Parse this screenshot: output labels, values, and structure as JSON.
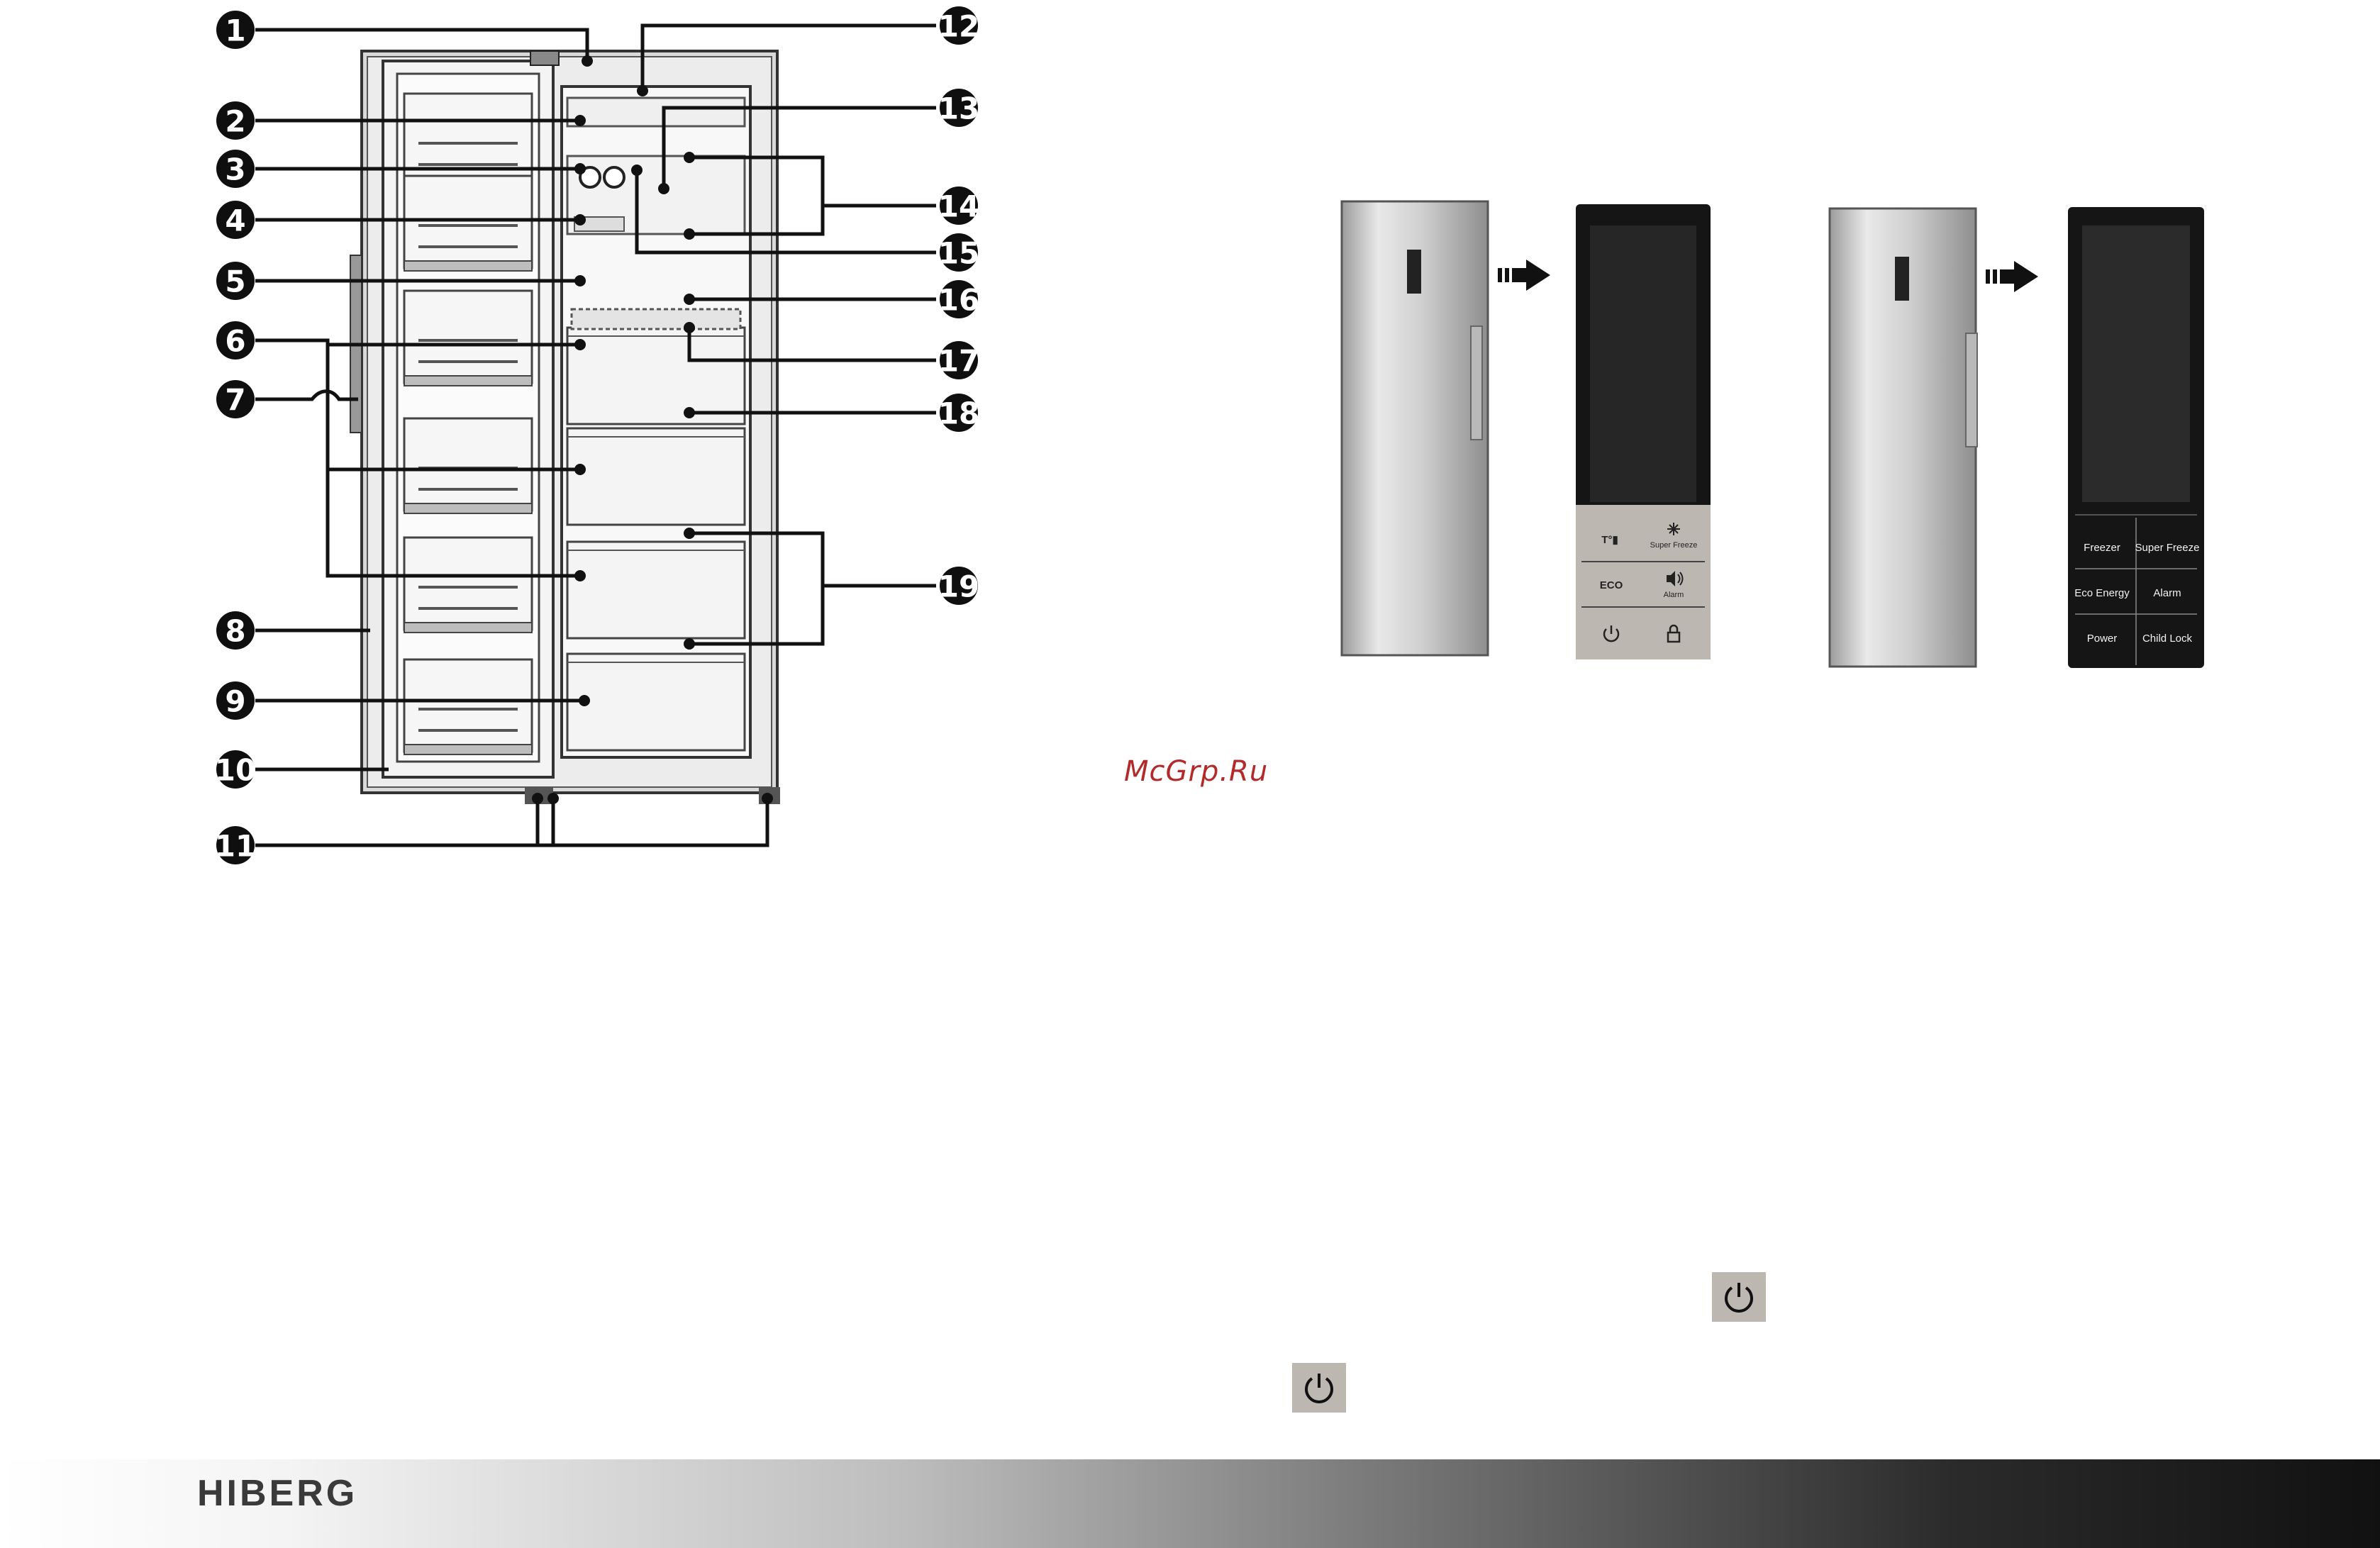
{
  "callouts": [
    "1",
    "2",
    "3",
    "4",
    "5",
    "6",
    "7",
    "8",
    "9",
    "10",
    "11",
    "12",
    "13",
    "14",
    "15",
    "16",
    "17",
    "18",
    "19"
  ],
  "watermark": "McGrp.Ru",
  "panel_a": {
    "labels": {
      "temp": "T°▮",
      "super_freeze": "Super Freeze",
      "eco": "ECO",
      "alarm": "Alarm"
    },
    "icons": [
      "snowflake-icon",
      "sound-icon",
      "power-icon",
      "lock-icon"
    ],
    "colors": {
      "panel": "#bdb7b2",
      "screen": "#262626"
    }
  },
  "panel_b": {
    "buttons": [
      "Freezer",
      "Super Freeze",
      "Eco Energy",
      "Alarm",
      "Power",
      "Child Lock"
    ],
    "colors": {
      "panel": "#151515",
      "screen": "#2b2b2b"
    }
  },
  "power_icons": [
    "power-icon",
    "power-icon"
  ],
  "brand": "HIBERG",
  "colors": {
    "footer_dark": "#111111",
    "watermark": "#b22a2a"
  }
}
